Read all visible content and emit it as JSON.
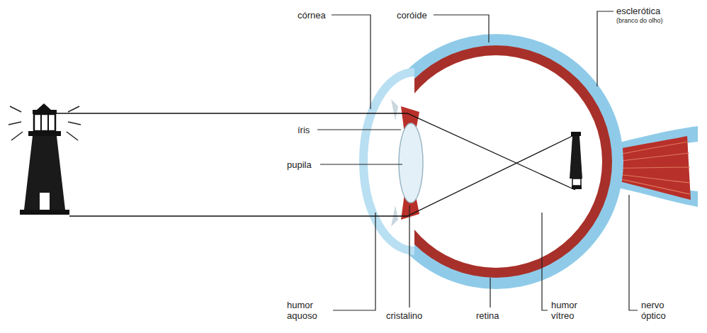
{
  "diagram": {
    "labels": [
      "córnea",
      "coróide",
      "esclerótica",
      "(branco do olho)",
      "íris",
      "pupila",
      "humor aquoso",
      "cristalino",
      "retina",
      "humor vítreo",
      "nervo óptico"
    ]
  }
}
